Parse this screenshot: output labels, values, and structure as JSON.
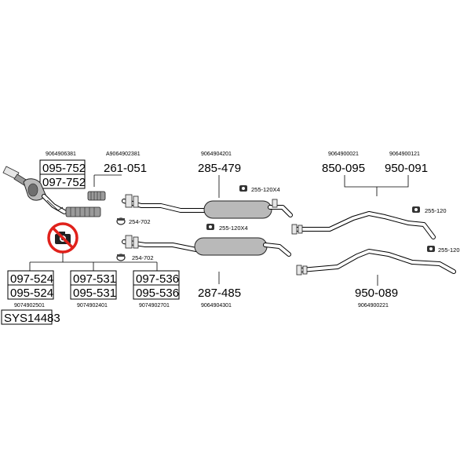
{
  "catalyst": {
    "oem": "9064906381",
    "parts": [
      "095-752",
      "097-752"
    ]
  },
  "flex_pipe": {
    "oem": "A9064902381",
    "part": "261-051"
  },
  "front_silencer_1": {
    "oem": "9064904201",
    "part": "285-479",
    "clamp": "254-702",
    "hanger": "255-120X4"
  },
  "front_silencer_2": {
    "oem": "9064904301",
    "part": "287-485",
    "clamp": "254-702",
    "hanger": "255-120X4"
  },
  "rear_pipe_1": {
    "oem_a": "9064900021",
    "oem_b": "9064900121",
    "part_a": "850-095",
    "part_b": "950-091",
    "hanger": "255-120"
  },
  "rear_pipe_2": {
    "oem": "9064900221",
    "part": "950-089",
    "hanger": "255-120"
  },
  "dpf": {
    "groups": [
      {
        "top": "097-524",
        "bottom": "095-524",
        "oem": "9074902501"
      },
      {
        "top": "097-531",
        "bottom": "095-531",
        "oem": "9074902401"
      },
      {
        "top": "097-536",
        "bottom": "095-536",
        "oem": "9074902701"
      }
    ],
    "system": "SYS14483",
    "no_photo_icon": "no-camera-icon"
  },
  "colors": {
    "prohibit_red": "#e0211b",
    "part_gray": "#b9b9b9"
  }
}
